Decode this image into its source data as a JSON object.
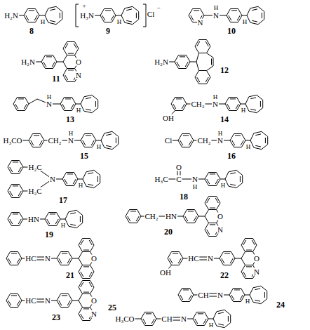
{
  "diagram": {
    "labels": [
      "H₂N",
      "H",
      "8",
      "+",
      "H₃N",
      "H",
      "Cl",
      "−",
      "9",
      "N",
      "N",
      "H",
      "H",
      "10",
      "H₂N",
      "O",
      "N",
      "11",
      "H₂N",
      "12",
      "N",
      "H",
      "H",
      "13",
      "OH",
      "CH₂",
      "N",
      "H",
      "H",
      "14",
      "H₃CO",
      "CH₂",
      "N",
      "H",
      "H",
      "15",
      "Cl",
      "CH₂",
      "N",
      "H",
      "H",
      "16",
      "H₂C",
      "H₂C",
      "N",
      "H",
      "17",
      "H₃C",
      "O",
      "C",
      "N",
      "H",
      "H",
      "18",
      "HN",
      "H",
      "19",
      "CH₂",
      "HN",
      "O",
      "N",
      "20",
      "HC",
      "N",
      "O",
      "21",
      "OH",
      "HC",
      "N",
      "O",
      "N",
      "22",
      "HC",
      "N",
      "O",
      "N",
      "23",
      "CH",
      "N",
      "H",
      "24",
      "25",
      "H₃CO",
      "CH",
      "N",
      "H"
    ]
  }
}
